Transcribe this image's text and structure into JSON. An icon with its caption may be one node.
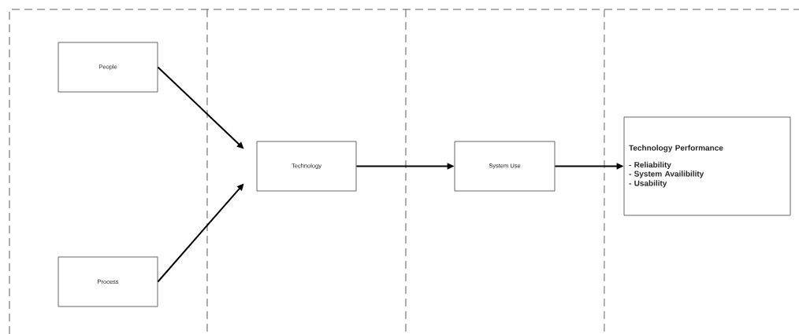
{
  "diagram": {
    "nodes": [
      {
        "text": [
          "People"
        ]
      },
      {
        "text": [
          "Process"
        ]
      },
      {
        "text": [
          "Technology"
        ]
      },
      {
        "text": [
          "System Use"
        ]
      },
      {
        "text": [
          "Technology Performance",
          "- Reliability",
          "- System Availibility",
          "- Usability"
        ]
      }
    ],
    "edges": [
      {
        "from": 0,
        "to": 2,
        "arrow": "to"
      },
      {
        "from": 1,
        "to": 2,
        "arrow": "to"
      },
      {
        "from": 2,
        "to": 3,
        "arrow": "to"
      },
      {
        "from": 3,
        "to": 4,
        "arrow": "to"
      }
    ]
  }
}
